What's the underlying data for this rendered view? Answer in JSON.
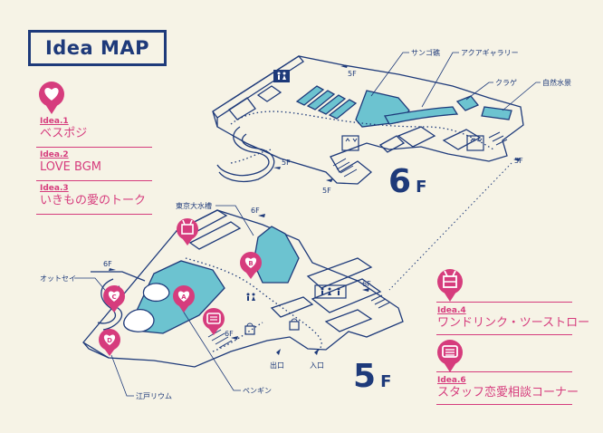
{
  "title": "Idea MAP",
  "ideas": [
    {
      "num": "Idea.1",
      "name": "ベスポジ"
    },
    {
      "num": "Idea.2",
      "name": "LOVE BGM"
    },
    {
      "num": "Idea.3",
      "name": "いきもの愛のトーク"
    },
    {
      "num": "Idea.4",
      "name": "ワンドリンク・ツーストロー"
    },
    {
      "num": "Idea.6",
      "name": "スタッフ恋愛相談コーナー"
    }
  ],
  "floors": {
    "upper": {
      "number": "6",
      "unit": "F"
    },
    "lower": {
      "number": "5",
      "unit": "F"
    }
  },
  "labels": {
    "sango": "サンゴ礁",
    "aqua_gallery": "アクアギャラリー",
    "kurage": "クラゲ",
    "shizen_suisou": "自然水景",
    "tokyo_suisou": "東京大水槽",
    "ottosei": "オットセイ",
    "pengin": "ペンギン",
    "edo_rium": "江戸リウム",
    "deguchi": "出口",
    "iriguchi": "入口",
    "to_5f": "5F",
    "to_6f": "6F"
  },
  "markers": [
    "B",
    "C",
    "A",
    "D"
  ],
  "colors": {
    "navy": "#1e3a7a",
    "pink": "#d63c7d",
    "water": "#6cc3d0",
    "bg": "#f6f3e6"
  }
}
